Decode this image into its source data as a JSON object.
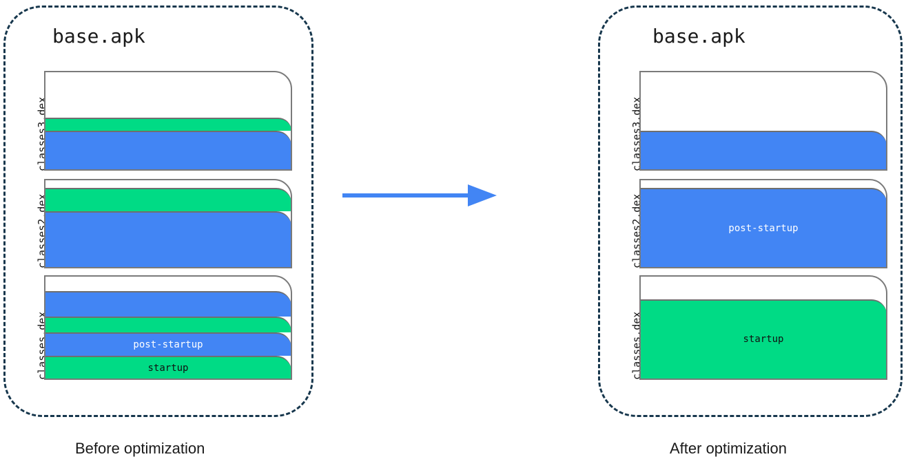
{
  "diagram": {
    "title_icon": "dex-layout-diagram",
    "arrow": {
      "name": "right-arrow",
      "color": "#4285F4"
    },
    "colors": {
      "startup": "#00DB85",
      "post_startup": "#4285F4",
      "unused": "#FFFFFF",
      "panel_border": "#17374D",
      "block_border": "#7A7A7A"
    },
    "panels": [
      {
        "id": "before",
        "apk_name": "base.apk",
        "caption": "Before optimization",
        "blocks": [
          {
            "name": "classes3.dex",
            "bands": [
              {
                "label": "",
                "kind": "startup",
                "color": "#00DB85",
                "pct": 13
              },
              {
                "label": "",
                "kind": "post-startup",
                "color": "#4285F4",
                "pct": 40
              }
            ]
          },
          {
            "name": "classes2.dex",
            "bands": [
              {
                "label": "",
                "kind": "startup",
                "color": "#00DB85",
                "pct": 27
              },
              {
                "label": "",
                "kind": "post-startup",
                "color": "#4285F4",
                "pct": 64
              }
            ]
          },
          {
            "name": "classes.dex",
            "bands": [
              {
                "label": "",
                "kind": "post-startup",
                "color": "#4285F4",
                "pct": 25
              },
              {
                "label": "",
                "kind": "startup",
                "color": "#00DB85",
                "pct": 16
              },
              {
                "label": "post-startup",
                "kind": "post-startup",
                "color": "#4285F4",
                "pct": 23
              },
              {
                "label": "startup",
                "kind": "startup",
                "color": "#00DB85",
                "pct": 22
              }
            ]
          }
        ]
      },
      {
        "id": "after",
        "apk_name": "base.apk",
        "caption": "After optimization",
        "blocks": [
          {
            "name": "classes3.dex",
            "bands": [
              {
                "label": "",
                "kind": "post-startup",
                "color": "#4285F4",
                "pct": 40
              }
            ]
          },
          {
            "name": "classes2.dex",
            "bands": [
              {
                "label": "post-startup",
                "kind": "post-startup",
                "color": "#4285F4",
                "pct": 91
              }
            ]
          },
          {
            "name": "classes.dex",
            "bands": [
              {
                "label": "startup",
                "kind": "startup",
                "color": "#00DB85",
                "pct": 78
              }
            ]
          }
        ]
      }
    ]
  }
}
